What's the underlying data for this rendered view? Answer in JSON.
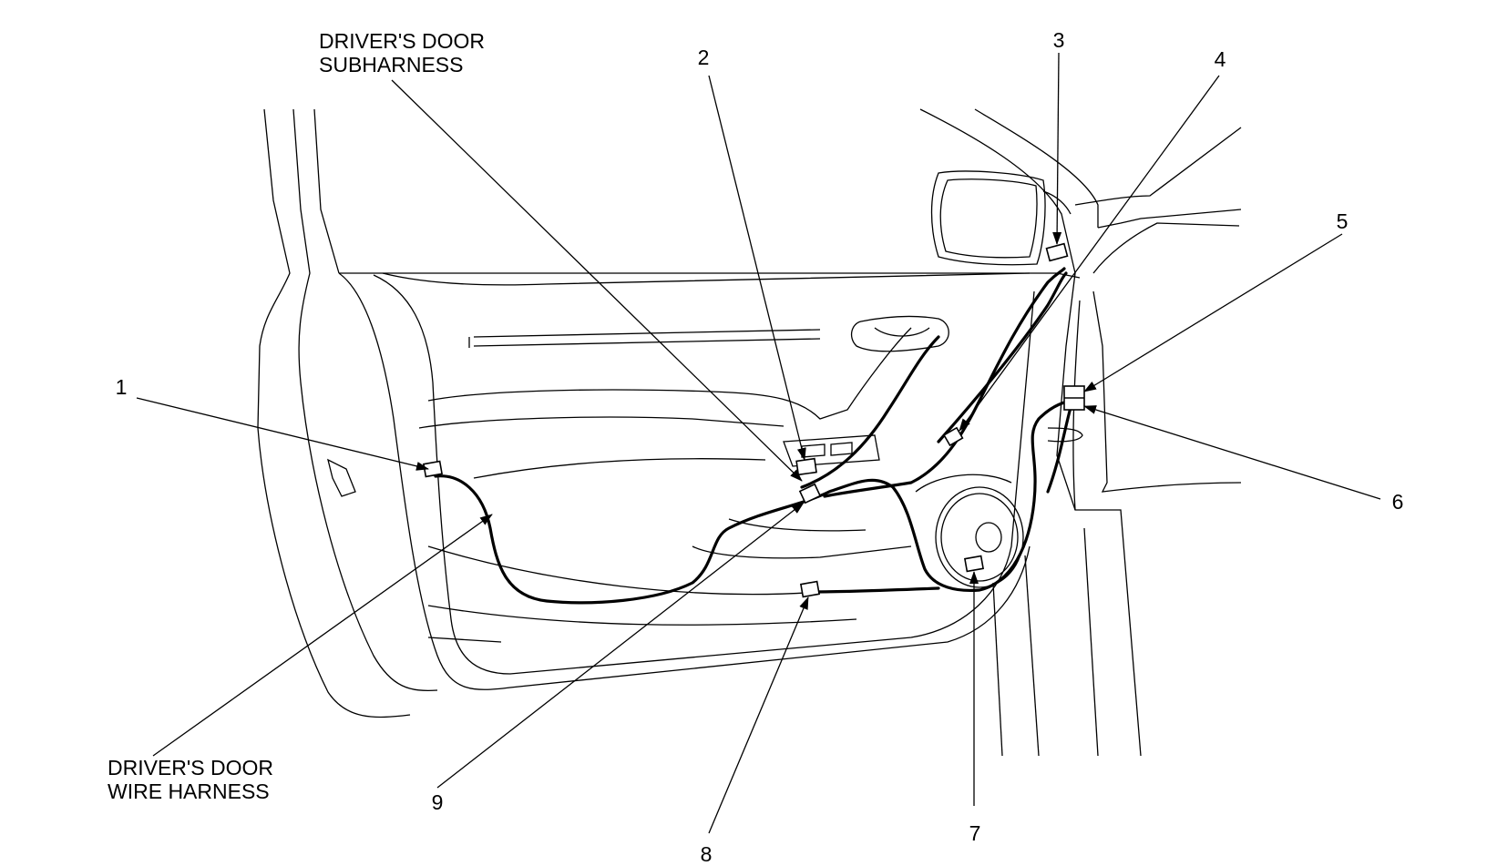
{
  "labels": {
    "subharness_line1": "DRIVER'S DOOR",
    "subharness_line2": "SUBHARNESS",
    "wire_harness_line1": "DRIVER'S DOOR",
    "wire_harness_line2": "WIRE HARNESS"
  },
  "callouts": [
    "1",
    "2",
    "3",
    "4",
    "5",
    "6",
    "7",
    "8",
    "9"
  ],
  "colors": {
    "line": "#000000",
    "background": "#ffffff"
  }
}
